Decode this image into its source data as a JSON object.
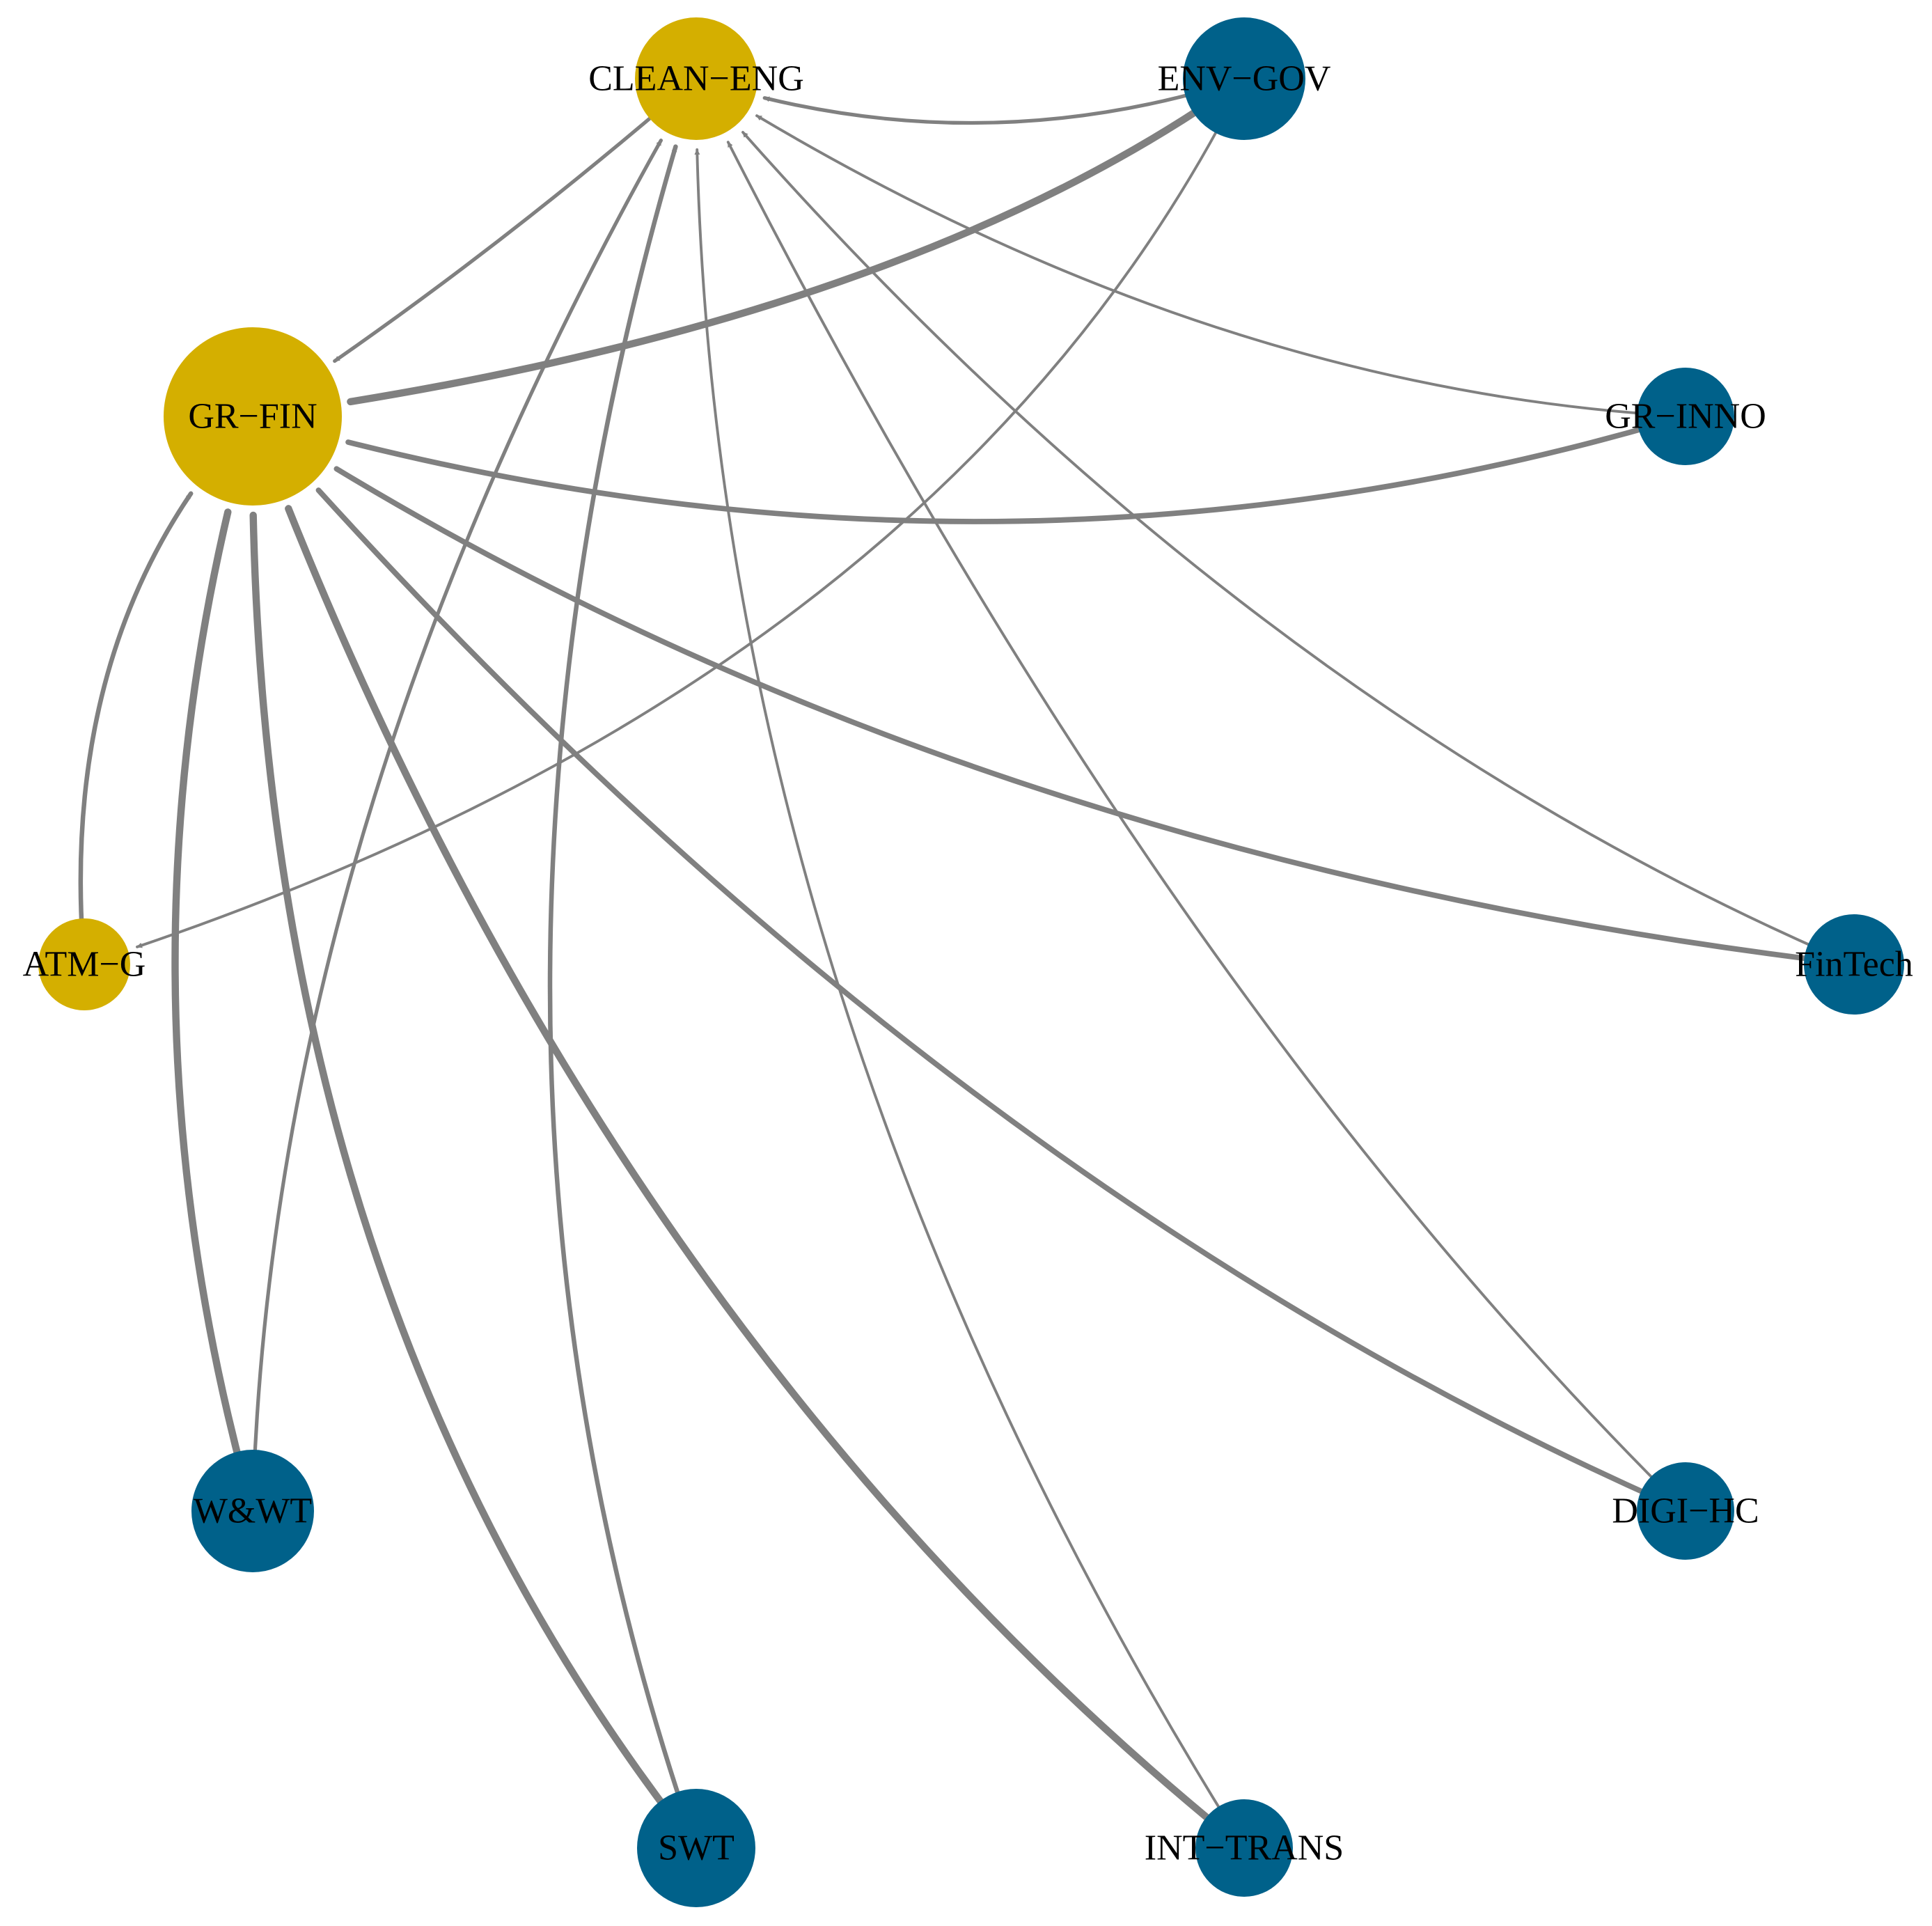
{
  "colors": {
    "gold": "#D4AF00",
    "blue": "#00618A",
    "edge": "#808080"
  },
  "nodes": [
    {
      "id": "CLEAN-ENG",
      "label": "CLEAN−ENG",
      "group": "gold"
    },
    {
      "id": "ENV-GOV",
      "label": "ENV−GOV",
      "group": "blue"
    },
    {
      "id": "GR-FIN",
      "label": "GR−FIN",
      "group": "gold"
    },
    {
      "id": "GR-INNO",
      "label": "GR−INNO",
      "group": "blue"
    },
    {
      "id": "ATM-G",
      "label": "ATM−G",
      "group": "gold"
    },
    {
      "id": "FinTech",
      "label": "FinTech",
      "group": "blue"
    },
    {
      "id": "W&WT",
      "label": "W&WT",
      "group": "blue"
    },
    {
      "id": "DIGI-HC",
      "label": "DIGI−HC",
      "group": "blue"
    },
    {
      "id": "SWT",
      "label": "SWT",
      "group": "blue"
    },
    {
      "id": "INT-TRANS",
      "label": "INT−TRANS",
      "group": "blue"
    }
  ],
  "edges": [
    {
      "from": "ENV-GOV",
      "to": "CLEAN-ENG",
      "weight": 2
    },
    {
      "from": "CLEAN-ENG",
      "to": "GR-FIN",
      "weight": 2
    },
    {
      "from": "ENV-GOV",
      "to": "GR-FIN",
      "weight": 4
    },
    {
      "from": "GR-INNO",
      "to": "CLEAN-ENG",
      "weight": 1.5
    },
    {
      "from": "GR-INNO",
      "to": "GR-FIN",
      "weight": 3
    },
    {
      "from": "ENV-GOV",
      "to": "ATM-G",
      "weight": 1.5
    },
    {
      "from": "ATM-G",
      "to": "GR-FIN",
      "weight": 2.5
    },
    {
      "from": "FinTech",
      "to": "GR-FIN",
      "weight": 3
    },
    {
      "from": "FinTech",
      "to": "CLEAN-ENG",
      "weight": 1.5
    },
    {
      "from": "W&WT",
      "to": "GR-FIN",
      "weight": 4
    },
    {
      "from": "W&WT",
      "to": "CLEAN-ENG",
      "weight": 2
    },
    {
      "from": "SWT",
      "to": "GR-FIN",
      "weight": 4
    },
    {
      "from": "SWT",
      "to": "CLEAN-ENG",
      "weight": 2.5
    },
    {
      "from": "INT-TRANS",
      "to": "GR-FIN",
      "weight": 4
    },
    {
      "from": "INT-TRANS",
      "to": "CLEAN-ENG",
      "weight": 1.5
    },
    {
      "from": "DIGI-HC",
      "to": "GR-FIN",
      "weight": 3
    },
    {
      "from": "DIGI-HC",
      "to": "CLEAN-ENG",
      "weight": 1.5
    }
  ]
}
